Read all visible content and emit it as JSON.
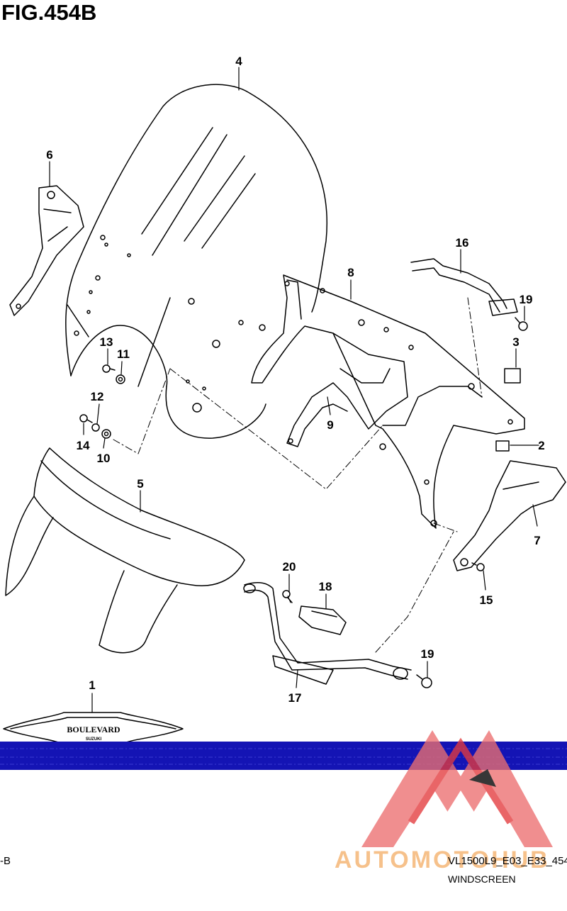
{
  "figure": {
    "title": "FIG.454B"
  },
  "callouts": [
    {
      "id": "c1",
      "label": "1"
    },
    {
      "id": "c2",
      "label": "2"
    },
    {
      "id": "c3",
      "label": "3"
    },
    {
      "id": "c4",
      "label": "4"
    },
    {
      "id": "c5",
      "label": "5"
    },
    {
      "id": "c6",
      "label": "6"
    },
    {
      "id": "c7",
      "label": "7"
    },
    {
      "id": "c8",
      "label": "8"
    },
    {
      "id": "c9",
      "label": "9"
    },
    {
      "id": "c10",
      "label": "10"
    },
    {
      "id": "c11",
      "label": "11"
    },
    {
      "id": "c12",
      "label": "12"
    },
    {
      "id": "c13",
      "label": "13"
    },
    {
      "id": "c14",
      "label": "14"
    },
    {
      "id": "c15",
      "label": "15"
    },
    {
      "id": "c16",
      "label": "16"
    },
    {
      "id": "c17",
      "label": "17"
    },
    {
      "id": "c18",
      "label": "18"
    },
    {
      "id": "c19a",
      "label": "19"
    },
    {
      "id": "c19b",
      "label": "19"
    },
    {
      "id": "c20",
      "label": "20"
    }
  ],
  "emblem": {
    "brand": "BOULEVARD",
    "sub": "SUZUKI"
  },
  "footer": {
    "left": "-B",
    "code": "VL1500L9_E03_E33_454",
    "section": "WINDSCREEN"
  },
  "watermark": {
    "text": "AUTOMOTOHUB"
  },
  "colors": {
    "band": "#1414b4",
    "watermark_red": "#e8383a",
    "watermark_text": "#f5b777"
  }
}
